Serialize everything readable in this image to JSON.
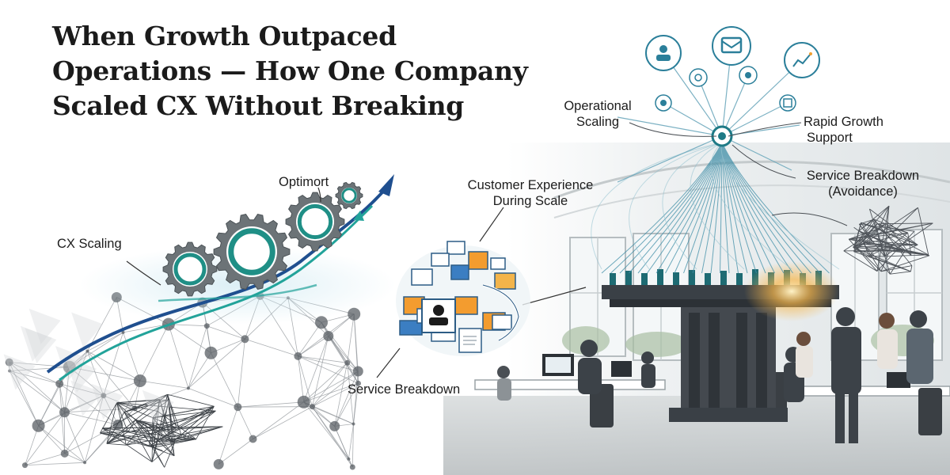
{
  "title": {
    "line1": "When Growth Outpaced",
    "line2": "Operations — How One Company",
    "line3": "Scaled CX Without Breaking"
  },
  "labels": {
    "cx_scaling": "CX Scaling",
    "optimort": "Optimort",
    "customer_experience_line1": "Customer Experience",
    "customer_experience_line2": "During Scale",
    "service_breakdown": "Service Breakdown",
    "operational_scaling_line1": "Operational",
    "operational_scaling_line2": "Scaling",
    "rapid_growth_line1": "Rapid Growth",
    "rapid_growth_line2": "Support",
    "service_breakdown_avoidance_line1": "Service Breakdown",
    "service_breakdown_avoidance_line2": "(Avoidance)"
  },
  "colors": {
    "teal": "#1f8f86",
    "navy": "#1f4f8f",
    "network": "#555a60",
    "office_floor": "#cfd3d4",
    "orange": "#f0a030"
  },
  "icons": [
    "user-icon",
    "inbox-icon",
    "chart-icon",
    "gear-icon",
    "document-icon",
    "network-node-icon"
  ]
}
